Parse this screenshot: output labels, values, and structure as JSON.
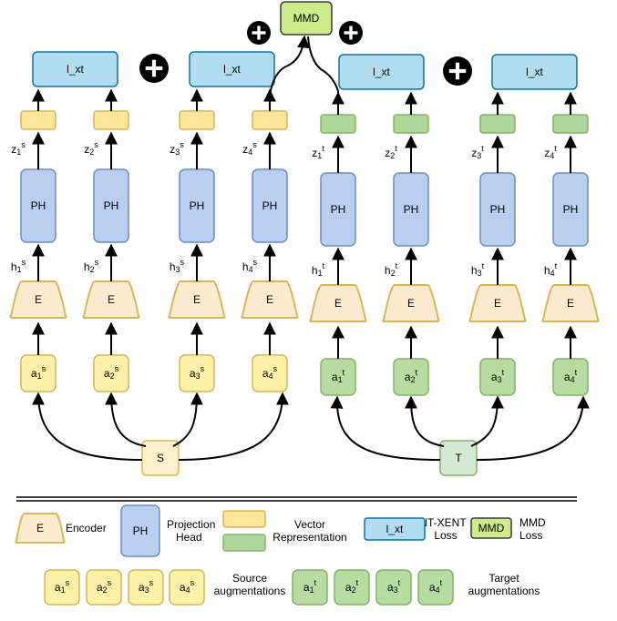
{
  "colors": {
    "loss_fill": "#b1ddf0",
    "loss_stroke": "#10739e",
    "mmd_fill": "#cdeb8b",
    "mmd_stroke": "#36393d",
    "ph_fill": "#b9cff0",
    "ph_stroke": "#6c8ebf",
    "enc_fill": "#fdebd0",
    "enc_stroke": "#d6b656",
    "vec_src_fill": "#ffe599",
    "vec_src_stroke": "#d6b656",
    "vec_tgt_fill": "#aed69b",
    "vec_tgt_stroke": "#82b366",
    "aug_src_fill": "#fff2a8",
    "aug_src_stroke": "#d6b656",
    "aug_tgt_fill": "#b7dca2",
    "aug_tgt_stroke": "#82b366",
    "src_node_fill": "#fff2cc",
    "tgt_node_fill": "#d5e8d4"
  },
  "diagram": {
    "mmd_label": "MMD",
    "loss_label": "l_xt",
    "ph_label": "PH",
    "encoder_label": "E",
    "plus_symbol": "+",
    "source_node": "S",
    "target_node": "T",
    "source_columns": [
      {
        "z": "z",
        "z_sub": "1",
        "z_sup": "s",
        "h": "h",
        "h_sub": "1",
        "h_sup": "s",
        "a": "a",
        "a_sub": "1",
        "a_sup": "s"
      },
      {
        "z": "z",
        "z_sub": "2",
        "z_sup": "s",
        "h": "h",
        "h_sub": "2",
        "h_sup": "s",
        "a": "a",
        "a_sub": "2",
        "a_sup": "s"
      },
      {
        "z": "z",
        "z_sub": "3",
        "z_sup": "s",
        "h": "h",
        "h_sub": "3",
        "h_sup": "s",
        "a": "a",
        "a_sub": "3",
        "a_sup": "s"
      },
      {
        "z": "z",
        "z_sub": "4",
        "z_sup": "s",
        "h": "h",
        "h_sub": "4",
        "h_sup": "s",
        "a": "a",
        "a_sub": "4",
        "a_sup": "s"
      }
    ],
    "target_columns": [
      {
        "z": "z",
        "z_sub": "1",
        "z_sup": "t",
        "h": "h",
        "h_sub": "1",
        "h_sup": "t",
        "a": "a",
        "a_sub": "1",
        "a_sup": "t"
      },
      {
        "z": "z",
        "z_sub": "2",
        "z_sup": "t",
        "h": "h",
        "h_sub": "2",
        "h_sup": "t",
        "a": "a",
        "a_sub": "2",
        "a_sup": "t"
      },
      {
        "z": "z",
        "z_sub": "3",
        "z_sup": "t",
        "h": "h",
        "h_sub": "3",
        "h_sup": "t",
        "a": "a",
        "a_sub": "3",
        "a_sup": "t"
      },
      {
        "z": "z",
        "z_sub": "4",
        "z_sup": "t",
        "h": "h",
        "h_sub": "4",
        "h_sup": "t",
        "a": "a",
        "a_sub": "4",
        "a_sup": "t"
      }
    ]
  },
  "legend": {
    "encoder_symbol": "E",
    "encoder_label": "Encoder",
    "ph_symbol": "PH",
    "ph_label_line1": "Projection",
    "ph_label_line2": "Head",
    "vector_label_line1": "Vector",
    "vector_label_line2": "Representation",
    "loss_symbol": "l_xt",
    "loss_label_line1": "NT-XENT",
    "loss_label_line2": "Loss",
    "mmd_symbol": "MMD",
    "mmd_label_line1": "MMD",
    "mmd_label_line2": "Loss",
    "source_aug_line1": "Source",
    "source_aug_line2": "augmentations",
    "target_aug_line1": "Target",
    "target_aug_line2": "augmentations",
    "source_augs": [
      {
        "a": "a",
        "sub": "1",
        "sup": "s"
      },
      {
        "a": "a",
        "sub": "2",
        "sup": "s"
      },
      {
        "a": "a",
        "sub": "3",
        "sup": "s"
      },
      {
        "a": "a",
        "sub": "4",
        "sup": "s"
      }
    ],
    "target_augs": [
      {
        "a": "a",
        "sub": "1",
        "sup": "t"
      },
      {
        "a": "a",
        "sub": "2",
        "sup": "t"
      },
      {
        "a": "a",
        "sub": "3",
        "sup": "t"
      },
      {
        "a": "a",
        "sub": "4",
        "sup": "t"
      }
    ]
  }
}
